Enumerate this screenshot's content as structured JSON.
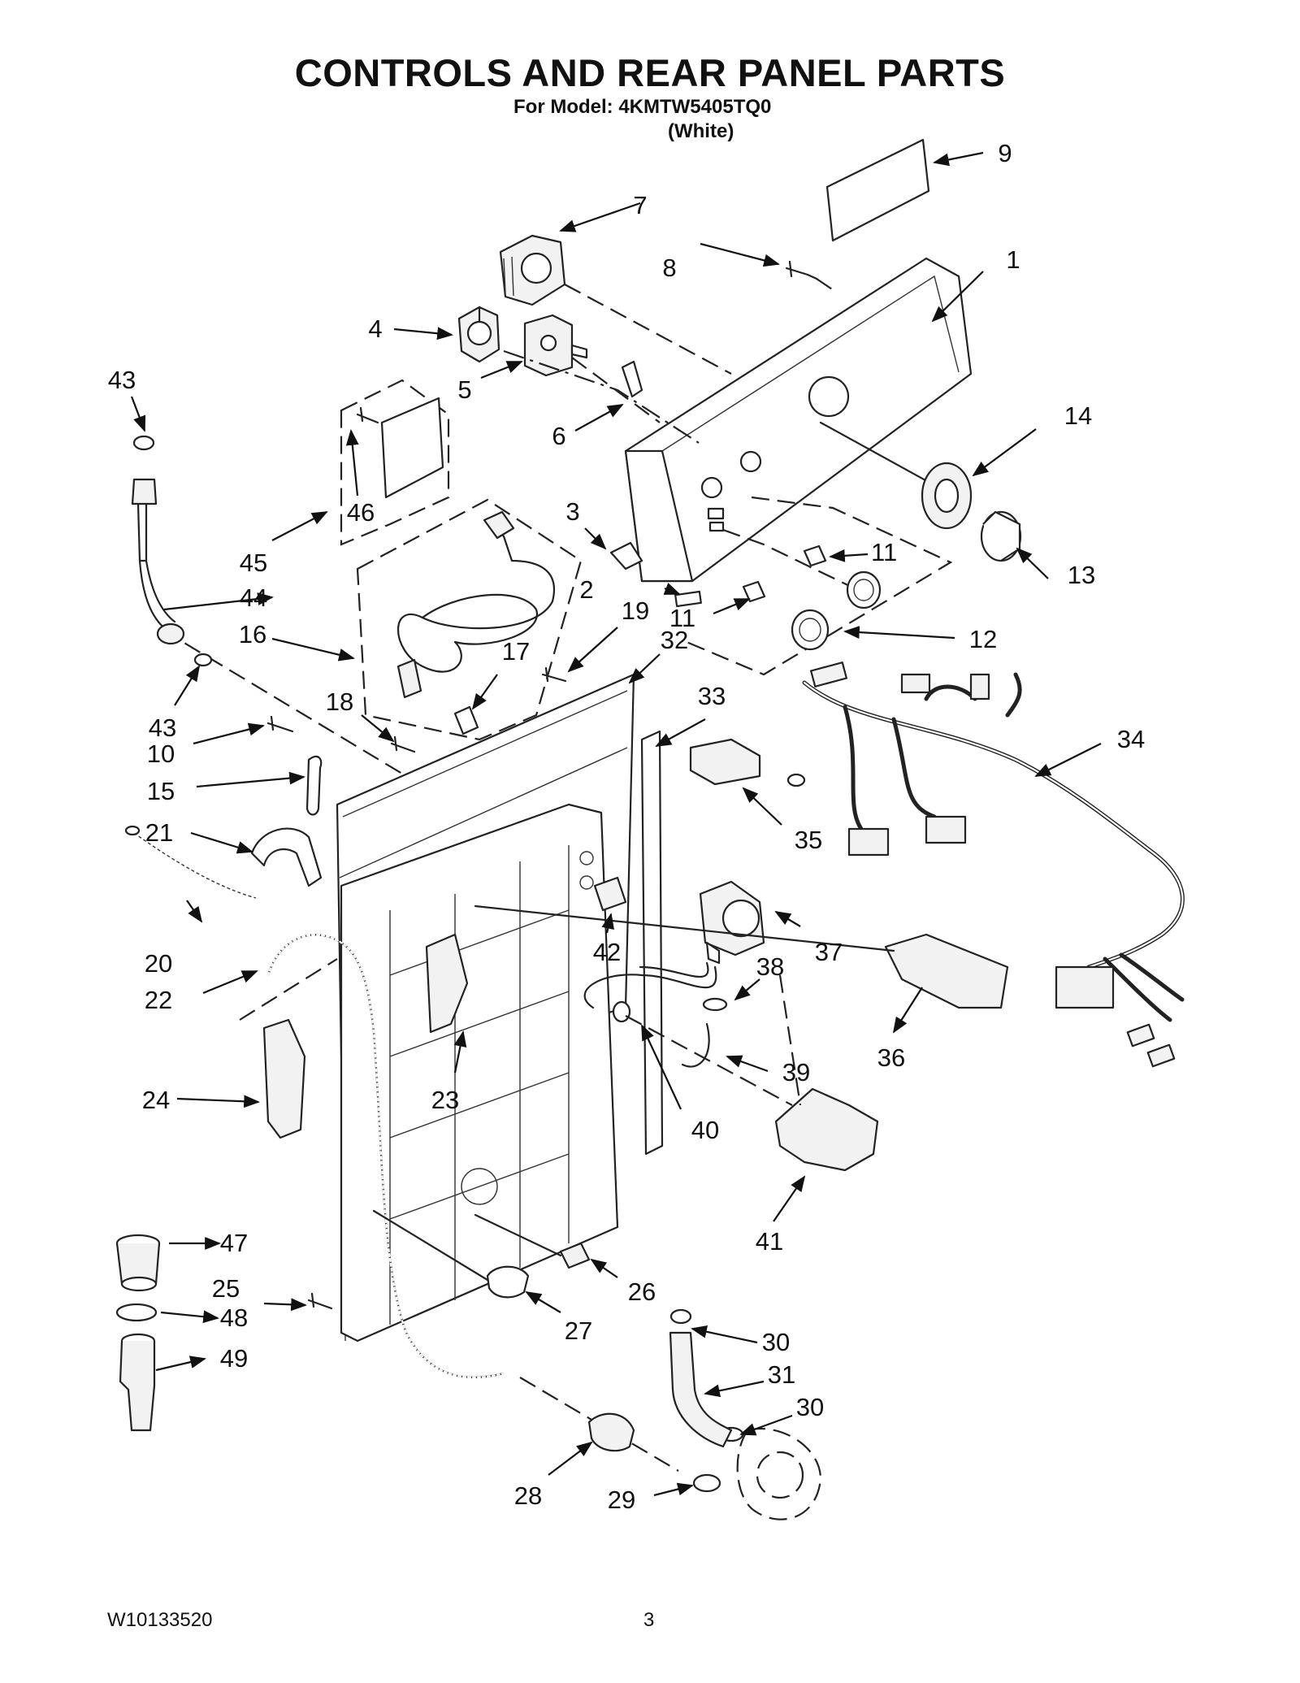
{
  "header": {
    "title": "CONTROLS AND REAR PANEL PARTS",
    "model_line": "For Model: 4KMTW5405TQ0",
    "color_line": "(White)"
  },
  "footer": {
    "doc_number": "W10133520",
    "page_number": "3"
  },
  "callouts": [
    {
      "id": "c1",
      "text": "1"
    },
    {
      "id": "c2",
      "text": "2"
    },
    {
      "id": "c3",
      "text": "3"
    },
    {
      "id": "c4",
      "text": "4"
    },
    {
      "id": "c5",
      "text": "5"
    },
    {
      "id": "c6",
      "text": "6"
    },
    {
      "id": "c7",
      "text": "7"
    },
    {
      "id": "c8",
      "text": "8"
    },
    {
      "id": "c9",
      "text": "9"
    },
    {
      "id": "c10",
      "text": "10"
    },
    {
      "id": "c11a",
      "text": "11"
    },
    {
      "id": "c11b",
      "text": "11"
    },
    {
      "id": "c12",
      "text": "12"
    },
    {
      "id": "c13",
      "text": "13"
    },
    {
      "id": "c14",
      "text": "14"
    },
    {
      "id": "c15",
      "text": "15"
    },
    {
      "id": "c16",
      "text": "16"
    },
    {
      "id": "c17",
      "text": "17"
    },
    {
      "id": "c18",
      "text": "18"
    },
    {
      "id": "c19",
      "text": "19"
    },
    {
      "id": "c20",
      "text": "20"
    },
    {
      "id": "c21",
      "text": "21"
    },
    {
      "id": "c22",
      "text": "22"
    },
    {
      "id": "c23",
      "text": "23"
    },
    {
      "id": "c24",
      "text": "24"
    },
    {
      "id": "c25",
      "text": "25"
    },
    {
      "id": "c26",
      "text": "26"
    },
    {
      "id": "c27",
      "text": "27"
    },
    {
      "id": "c28",
      "text": "28"
    },
    {
      "id": "c29",
      "text": "29"
    },
    {
      "id": "c30a",
      "text": "30"
    },
    {
      "id": "c30b",
      "text": "30"
    },
    {
      "id": "c31",
      "text": "31"
    },
    {
      "id": "c32",
      "text": "32"
    },
    {
      "id": "c33",
      "text": "33"
    },
    {
      "id": "c34",
      "text": "34"
    },
    {
      "id": "c35",
      "text": "35"
    },
    {
      "id": "c36",
      "text": "36"
    },
    {
      "id": "c37",
      "text": "37"
    },
    {
      "id": "c38",
      "text": "38"
    },
    {
      "id": "c39",
      "text": "39"
    },
    {
      "id": "c40",
      "text": "40"
    },
    {
      "id": "c41",
      "text": "41"
    },
    {
      "id": "c42",
      "text": "42"
    },
    {
      "id": "c43a",
      "text": "43"
    },
    {
      "id": "c43b",
      "text": "43"
    },
    {
      "id": "c44",
      "text": "44"
    },
    {
      "id": "c45",
      "text": "45"
    },
    {
      "id": "c46",
      "text": "46"
    },
    {
      "id": "c47",
      "text": "47"
    },
    {
      "id": "c48",
      "text": "48"
    },
    {
      "id": "c49",
      "text": "49"
    }
  ]
}
